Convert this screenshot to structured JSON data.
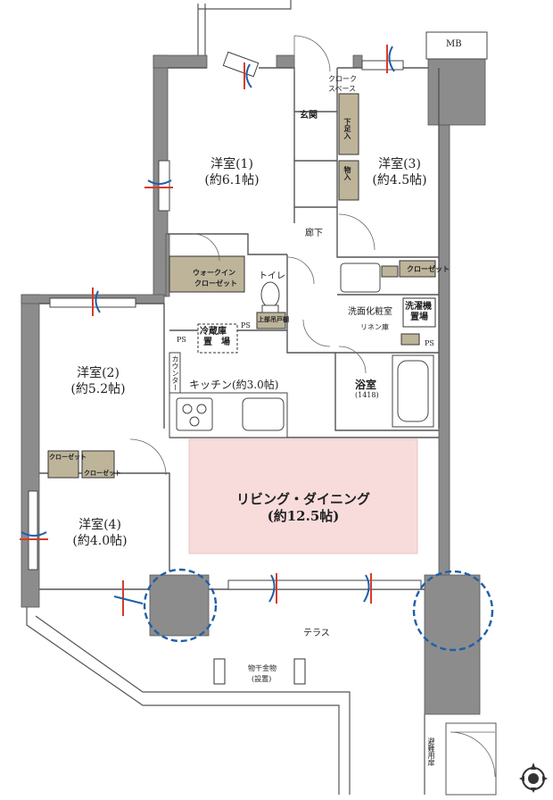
{
  "rooms": {
    "room1": {
      "name": "洋室(1)",
      "area": "(約6.1帖)"
    },
    "room2": {
      "name": "洋室(2)",
      "area": "(約5.2帖)"
    },
    "room3": {
      "name": "洋室(3)",
      "area": "(約4.5帖)"
    },
    "room4": {
      "name": "洋室(4)",
      "area": "(約4.0帖)"
    },
    "living": {
      "name": "リビング・ダイニング",
      "area": "(約12.5帖)"
    },
    "kitchen": "キッチン(約3.0帖)",
    "bath": {
      "name": "浴室",
      "size": "(1418)"
    },
    "washroom": "洗面化粧室"
  },
  "labels": {
    "mb": "MB",
    "cloak_space_1": "クローク",
    "cloak_space_2": "スペース",
    "entrance": "玄関",
    "shoe_storage": "下足入",
    "storage": "物入",
    "hallway": "廊下",
    "walkin_1": "ウォークイン",
    "walkin_2": "クローゼット",
    "toilet": "トイレ",
    "upper_shelf": "上部吊戸棚",
    "fridge_1": "冷蔵庫",
    "fridge_2": "置　場",
    "ps_1": "PS",
    "ps_2": "PS",
    "ps_3": "PS",
    "counter": "カウンター",
    "linen": "リネン庫",
    "washer_1": "洗濯機",
    "washer_2": "置場",
    "closet_3": "クローゼット",
    "closet_2a": "クローゼット",
    "closet_2b": "クローゼット",
    "terrace": "テラス",
    "dryer_1": "物干金物",
    "dryer_2": "(設置)",
    "evac_door": "避難用扉"
  },
  "colors": {
    "wall": "#8c8c8c",
    "storage_fill": "#bdb49a",
    "living_fill": "#f8dcdc",
    "accent_blue": "#1f5fa8",
    "accent_red": "#d93a2b"
  },
  "icons": {
    "compass": "compass-icon",
    "window_marker": "window-ventilation-icon",
    "circle_marker": "dashed-circle-marker"
  }
}
